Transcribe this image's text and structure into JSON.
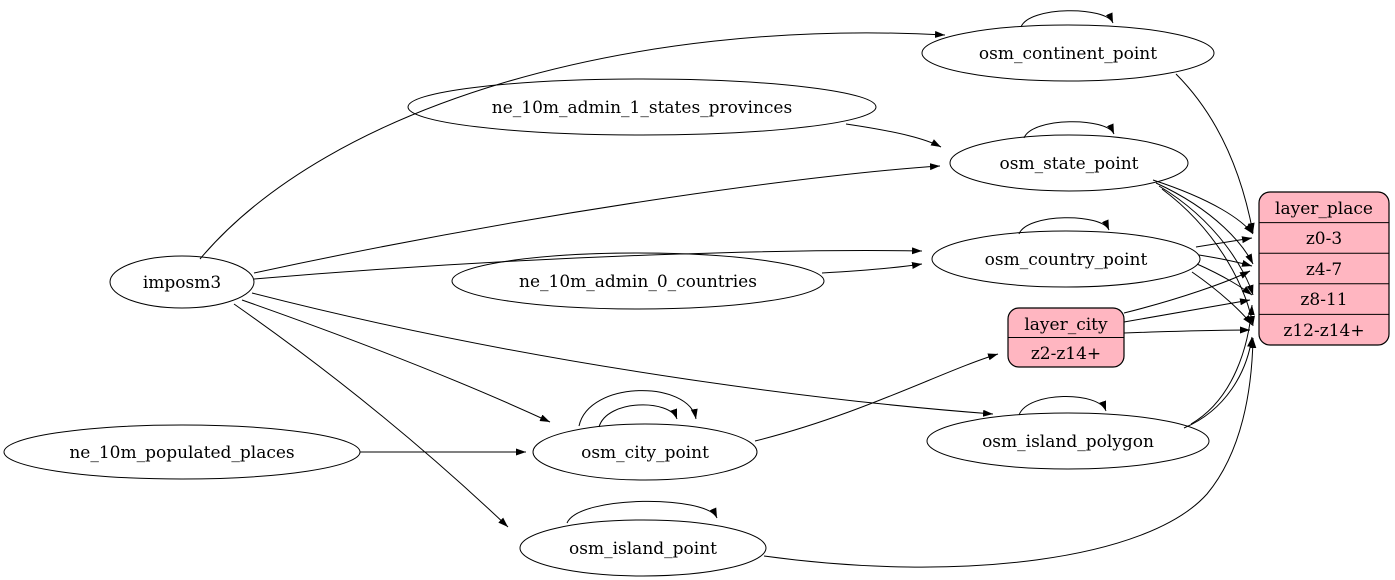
{
  "diagram": {
    "kind": "graphviz-etl-mapping",
    "colors": {
      "background": "#ffffff",
      "node_fill": "#ffffff",
      "stroke": "#000000",
      "record_fill": "#ffb6c1"
    },
    "nodes": {
      "imposm3": {
        "label": "imposm3"
      },
      "ne_10m_admin_1_states_provinces": {
        "label": "ne_10m_admin_1_states_provinces"
      },
      "ne_10m_admin_0_countries": {
        "label": "ne_10m_admin_0_countries"
      },
      "ne_10m_populated_places": {
        "label": "ne_10m_populated_places"
      },
      "osm_continent_point": {
        "label": "osm_continent_point"
      },
      "osm_state_point": {
        "label": "osm_state_point"
      },
      "osm_country_point": {
        "label": "osm_country_point"
      },
      "osm_city_point": {
        "label": "osm_city_point"
      },
      "osm_island_polygon": {
        "label": "osm_island_polygon"
      },
      "osm_island_point": {
        "label": "osm_island_point"
      }
    },
    "records": {
      "layer_city": {
        "title": "layer_city",
        "rows": [
          "z2-z14+"
        ]
      },
      "layer_place": {
        "title": "layer_place",
        "rows": [
          "z0-3",
          "z4-7",
          "z8-11",
          "z12-z14+"
        ]
      }
    },
    "edges": [
      {
        "from": "imposm3",
        "to": "osm_continent_point"
      },
      {
        "from": "imposm3",
        "to": "osm_state_point"
      },
      {
        "from": "imposm3",
        "to": "osm_country_point"
      },
      {
        "from": "imposm3",
        "to": "osm_city_point"
      },
      {
        "from": "imposm3",
        "to": "osm_island_polygon"
      },
      {
        "from": "imposm3",
        "to": "osm_island_point"
      },
      {
        "from": "ne_10m_admin_1_states_provinces",
        "to": "osm_state_point"
      },
      {
        "from": "ne_10m_admin_0_countries",
        "to": "osm_country_point"
      },
      {
        "from": "ne_10m_populated_places",
        "to": "osm_city_point"
      },
      {
        "from": "osm_continent_point",
        "to": "osm_continent_point"
      },
      {
        "from": "osm_state_point",
        "to": "osm_state_point"
      },
      {
        "from": "osm_country_point",
        "to": "osm_country_point"
      },
      {
        "from": "osm_city_point",
        "to": "osm_city_point"
      },
      {
        "from": "osm_city_point",
        "to": "osm_city_point"
      },
      {
        "from": "osm_island_polygon",
        "to": "osm_island_polygon"
      },
      {
        "from": "osm_island_point",
        "to": "osm_island_point"
      },
      {
        "from": "osm_city_point",
        "to": "layer_city:z2-z14+"
      },
      {
        "from": "osm_continent_point",
        "to": "layer_place:z0-3"
      },
      {
        "from": "osm_state_point",
        "to": "layer_place:z0-3"
      },
      {
        "from": "osm_state_point",
        "to": "layer_place:z4-7"
      },
      {
        "from": "osm_state_point",
        "to": "layer_place:z8-11"
      },
      {
        "from": "osm_state_point",
        "to": "layer_place:z12-z14+"
      },
      {
        "from": "osm_country_point",
        "to": "layer_place:z0-3"
      },
      {
        "from": "osm_country_point",
        "to": "layer_place:z4-7"
      },
      {
        "from": "osm_country_point",
        "to": "layer_place:z8-11"
      },
      {
        "from": "osm_country_point",
        "to": "layer_place:z12-z14+"
      },
      {
        "from": "layer_city",
        "to": "layer_place:z4-7"
      },
      {
        "from": "layer_city",
        "to": "layer_place:z8-11"
      },
      {
        "from": "layer_city",
        "to": "layer_place:z12-z14+"
      },
      {
        "from": "osm_island_polygon",
        "to": "layer_place:z8-11"
      },
      {
        "from": "osm_island_polygon",
        "to": "layer_place:z12-z14+"
      },
      {
        "from": "osm_island_point",
        "to": "layer_place:z12-z14+"
      }
    ]
  }
}
